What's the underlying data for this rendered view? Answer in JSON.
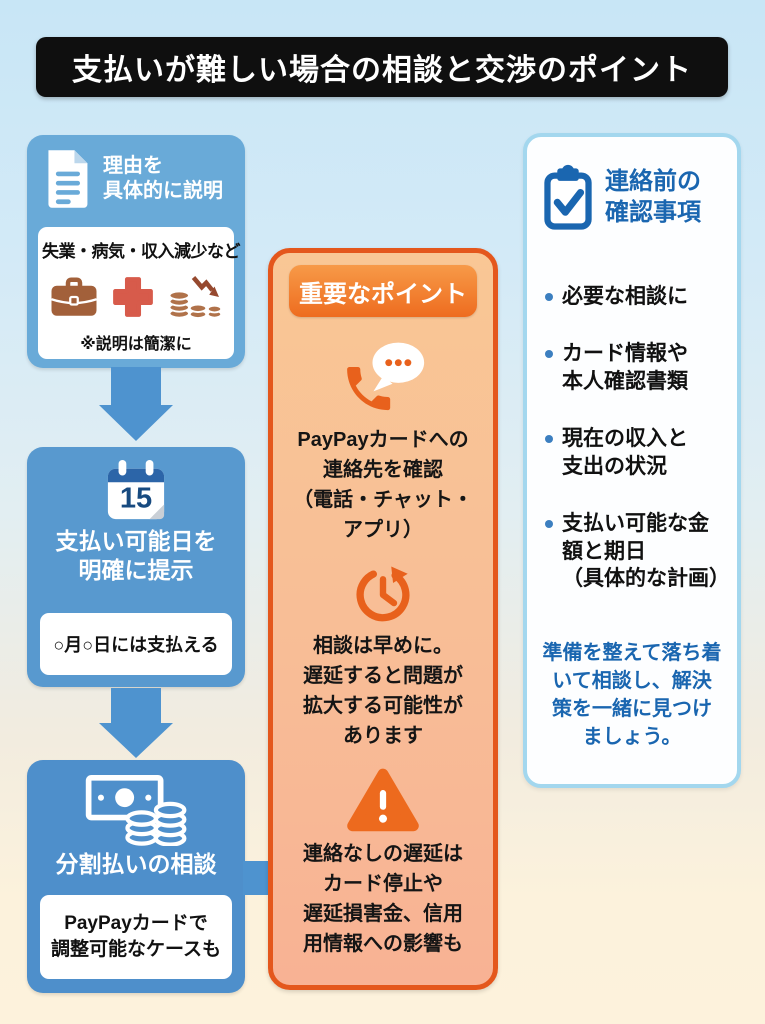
{
  "title": "支払いが難しい場合の相談と交渉のポイント",
  "colors": {
    "title_bg": "#0f0f0f",
    "step1_bg": "#69aad8",
    "step2_bg": "#5899cf",
    "step3_bg": "#4e8fcb",
    "arrow_blue": "#4e93cf",
    "orange_border": "#e4571c",
    "orange_icon": "#e8611c",
    "checklist_blue": "#1a66b0"
  },
  "flow": {
    "steps": [
      {
        "icon": "document-icon",
        "heading": "理由を\n具体的に説明",
        "note_title": "失業・病気・収入減少など",
        "note_icons": [
          "briefcase-icon",
          "medical-cross-icon",
          "income-decline-icon"
        ],
        "note_caption": "※説明は簡潔に"
      },
      {
        "icon": "calendar-icon",
        "calendar_day": "15",
        "heading": "支払い可能日を\n明確に提示",
        "note": "○月○日には支払える"
      },
      {
        "icon": "money-icon",
        "heading": "分割払いの相談",
        "note": "PayPayカードで\n調整可能なケースも"
      }
    ]
  },
  "important_panel": {
    "header": "重要なポイント",
    "items": [
      {
        "icon": "phone-chat-icon",
        "text": "PayPayカードへの\n連絡先を確認\n（電話・チャット・\nアプリ）"
      },
      {
        "icon": "clock-urgency-icon",
        "text": "相談は早めに。\n遅延すると問題が\n拡大する可能性が\nあります"
      },
      {
        "icon": "warning-icon",
        "text": "連絡なしの遅延は\nカード停止や\n遅延損害金、信用\n用情報への影響も"
      }
    ]
  },
  "checklist_panel": {
    "icon": "clipboard-check-icon",
    "header": "連絡前の\n確認事項",
    "items": [
      "必要な相談に",
      "カード情報や\n本人確認書類",
      "現在の収入と\n支出の状況",
      "支払い可能な金\n額と期日\n（具体的な計画）"
    ],
    "footer": "準備を整えて落ち着\nいて相談し、解決\n策を一緒に見つけ\nましょう。"
  }
}
